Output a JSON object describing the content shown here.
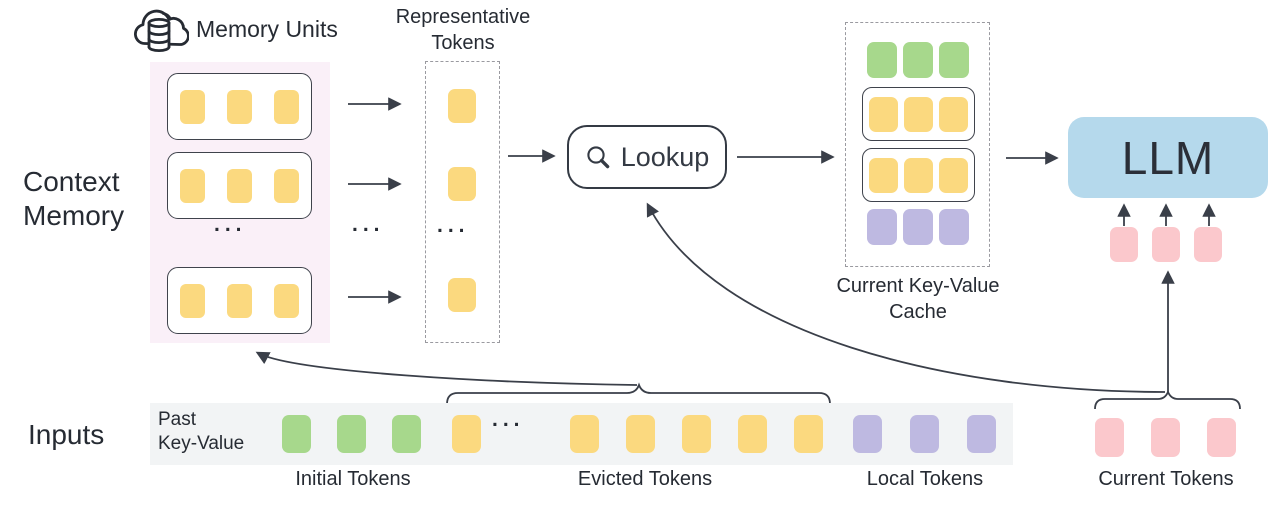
{
  "ellipsis": "...",
  "colors": {
    "yellow": "#FBD97F",
    "green": "#A7D88C",
    "purple": "#BEB9E1",
    "pink": "#FBC8CC",
    "blue_llm": "#B5D9EC",
    "memory_bg": "#FAF0F8",
    "input_bg": "#F2F4F5",
    "line": "#3A3F49"
  },
  "icons": {
    "memory": "cloud-database-icon",
    "lookup": "search-icon"
  },
  "context_memory": {
    "line1": "Context",
    "line2": "Memory"
  },
  "memory_units": {
    "title": "Memory Units",
    "unit_count": 3,
    "unit_tokens": {
      "count": 3,
      "color": "yellow"
    }
  },
  "representative": {
    "title_line1": "Representative",
    "title_line2": "Tokens",
    "token": {
      "count": 1,
      "color": "yellow"
    }
  },
  "lookup": {
    "label": "Lookup"
  },
  "cache": {
    "title_line1": "Current Key-Value",
    "title_line2": "Cache",
    "rows": [
      {
        "count": 3,
        "color": "green",
        "boxed": false
      },
      {
        "count": 3,
        "color": "yellow",
        "boxed": true
      },
      {
        "count": 3,
        "color": "yellow",
        "boxed": true
      },
      {
        "count": 3,
        "color": "purple",
        "boxed": false
      }
    ]
  },
  "llm": {
    "label": "LLM",
    "context_tokens": {
      "count": 3,
      "color": "pink"
    }
  },
  "inputs": {
    "label": "Inputs",
    "past_kv_line1": "Past",
    "past_kv_line2": "Key-Value",
    "groups": {
      "initial": {
        "label": "Initial Tokens",
        "color": "green",
        "count": 3
      },
      "evicted_before": {
        "color": "yellow",
        "count": 1
      },
      "evicted_after": {
        "color": "yellow",
        "count": 5
      },
      "evicted_label": "Evicted Tokens",
      "local": {
        "label": "Local Tokens",
        "color": "purple",
        "count": 3
      },
      "current": {
        "label": "Current Tokens",
        "color": "pink",
        "count": 3
      }
    }
  }
}
